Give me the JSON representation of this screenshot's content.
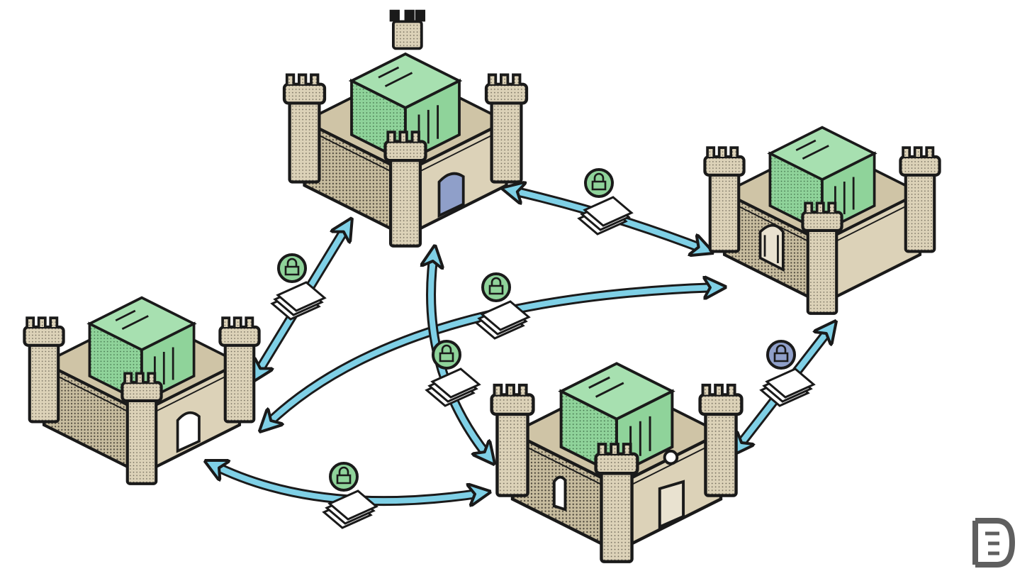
{
  "illustration": {
    "castles": [
      {
        "id": "castle-top",
        "door_color": "#8f9fc9"
      },
      {
        "id": "castle-right",
        "door_color": "#e9e2d0"
      },
      {
        "id": "castle-left",
        "door_color": "#ffffff"
      },
      {
        "id": "castle-bottom",
        "door_color": "#e9e2d0"
      }
    ],
    "links": [
      {
        "from": "castle-top",
        "to": "castle-right",
        "lock_color": "#8fd39a",
        "bidirectional": true
      },
      {
        "from": "castle-left",
        "to": "castle-top",
        "lock_color": "#8fd39a",
        "bidirectional": true
      },
      {
        "from": "castle-left",
        "to": "castle-right",
        "lock_color": "#8fd39a",
        "bidirectional": true
      },
      {
        "from": "castle-bottom",
        "to": "castle-top",
        "lock_color": "#8fd39a",
        "bidirectional": true
      },
      {
        "from": "castle-bottom",
        "to": "castle-right",
        "lock_color": "#8f9fc9",
        "bidirectional": true
      },
      {
        "from": "castle-left",
        "to": "castle-bottom",
        "lock_color": "#8fd39a",
        "bidirectional": true
      }
    ],
    "colors": {
      "stone": "#dcd2b8",
      "stone_shadow": "#b7ad93",
      "outline": "#1a1a1a",
      "server": "#8fd39a",
      "server_dark": "#6bb57a",
      "arrow": "#7fd0e6",
      "lock_green": "#8fd39a",
      "lock_blue": "#8f9fc9"
    }
  },
  "logo": {
    "icon": "publisher-monogram-logo"
  }
}
